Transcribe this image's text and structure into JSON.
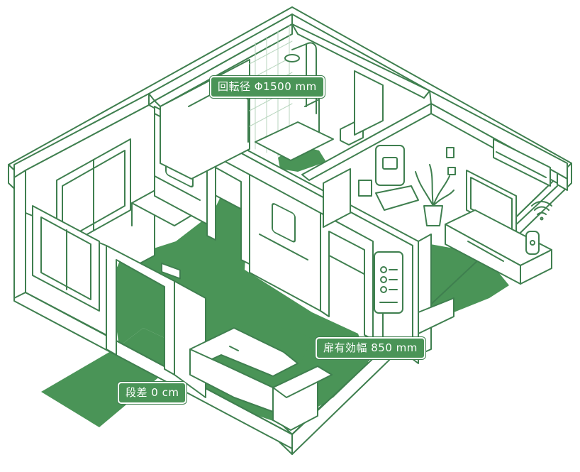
{
  "colors": {
    "line": "#3f7f4f",
    "floor": "#4a9457",
    "wall_fill": "#ffffff",
    "tile_line": "#b9d6bf",
    "label_bg": "#4a9457",
    "label_text": "#ffffff"
  },
  "icons": [
    "shower-icon",
    "grab-bar-icon",
    "wifi-icon",
    "air-conditioner-icon",
    "television-icon",
    "plant-icon",
    "smart-speaker-icon",
    "control-panel-icon"
  ],
  "callouts": {
    "turning_radius": "回転径 Φ1500 mm",
    "door_width": "扉有効幅 850 mm",
    "step_height": "段差 0 cm"
  }
}
